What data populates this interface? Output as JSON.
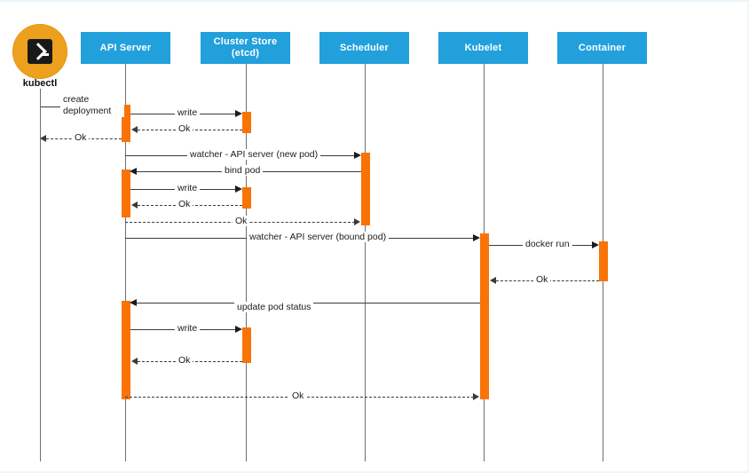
{
  "diagram": {
    "title": "Kubernetes pod creation sequence diagram",
    "colors": {
      "participant_box": "#21a0dc",
      "activation_bar": "#f97306",
      "actor_circle": "#eda01e",
      "lifeline": "#6f6f6f",
      "message": "#3a3a3a"
    },
    "actor": {
      "name": "kubectl",
      "label": "kubectl",
      "icon": "terminal-prompt-icon"
    },
    "participants": [
      {
        "id": "kubectl",
        "label": "kubectl",
        "lines": [
          "kubectl"
        ],
        "type": "actor"
      },
      {
        "id": "apiserver",
        "label": "API Server",
        "lines": [
          "API Server"
        ],
        "type": "box"
      },
      {
        "id": "clusterstore",
        "label": "Cluster Store (etcd)",
        "lines": [
          "Cluster Store",
          "(etcd)"
        ],
        "type": "box"
      },
      {
        "id": "scheduler",
        "label": "Scheduler",
        "lines": [
          "Scheduler"
        ],
        "type": "box"
      },
      {
        "id": "kubelet",
        "label": "Kubelet",
        "lines": [
          "Kubelet"
        ],
        "type": "box"
      },
      {
        "id": "container",
        "label": "Container",
        "lines": [
          "Container"
        ],
        "type": "box"
      }
    ],
    "messages": [
      {
        "id": "m1",
        "label": "create deployment",
        "from": "kubectl",
        "to": "apiserver",
        "style": "solid"
      },
      {
        "id": "m2",
        "label": "write",
        "from": "apiserver",
        "to": "clusterstore",
        "style": "solid"
      },
      {
        "id": "m3",
        "label": "Ok",
        "from": "clusterstore",
        "to": "apiserver",
        "style": "dashed"
      },
      {
        "id": "m4",
        "label": "Ok",
        "from": "apiserver",
        "to": "kubectl",
        "style": "dashed"
      },
      {
        "id": "m5",
        "label": "watcher - API server (new pod)",
        "from": "apiserver",
        "to": "scheduler",
        "style": "solid"
      },
      {
        "id": "m6",
        "label": "bind pod",
        "from": "scheduler",
        "to": "apiserver",
        "style": "solid"
      },
      {
        "id": "m7",
        "label": "write",
        "from": "apiserver",
        "to": "clusterstore",
        "style": "solid"
      },
      {
        "id": "m8",
        "label": "Ok",
        "from": "clusterstore",
        "to": "apiserver",
        "style": "dashed"
      },
      {
        "id": "m9",
        "label": "Ok",
        "from": "apiserver",
        "to": "scheduler",
        "style": "dashed"
      },
      {
        "id": "m10",
        "label": "watcher - API server (bound pod)",
        "from": "apiserver",
        "to": "kubelet",
        "style": "solid"
      },
      {
        "id": "m11",
        "label": "docker run",
        "from": "kubelet",
        "to": "container",
        "style": "solid"
      },
      {
        "id": "m12",
        "label": "Ok",
        "from": "container",
        "to": "kubelet",
        "style": "dashed"
      },
      {
        "id": "m13",
        "label": "update pod status",
        "from": "kubelet",
        "to": "apiserver",
        "style": "solid"
      },
      {
        "id": "m14",
        "label": "write",
        "from": "apiserver",
        "to": "clusterstore",
        "style": "solid"
      },
      {
        "id": "m15",
        "label": "Ok",
        "from": "clusterstore",
        "to": "apiserver",
        "style": "dashed"
      },
      {
        "id": "m16",
        "label": "Ok",
        "from": "apiserver",
        "to": "kubelet",
        "style": "dashed"
      }
    ]
  }
}
